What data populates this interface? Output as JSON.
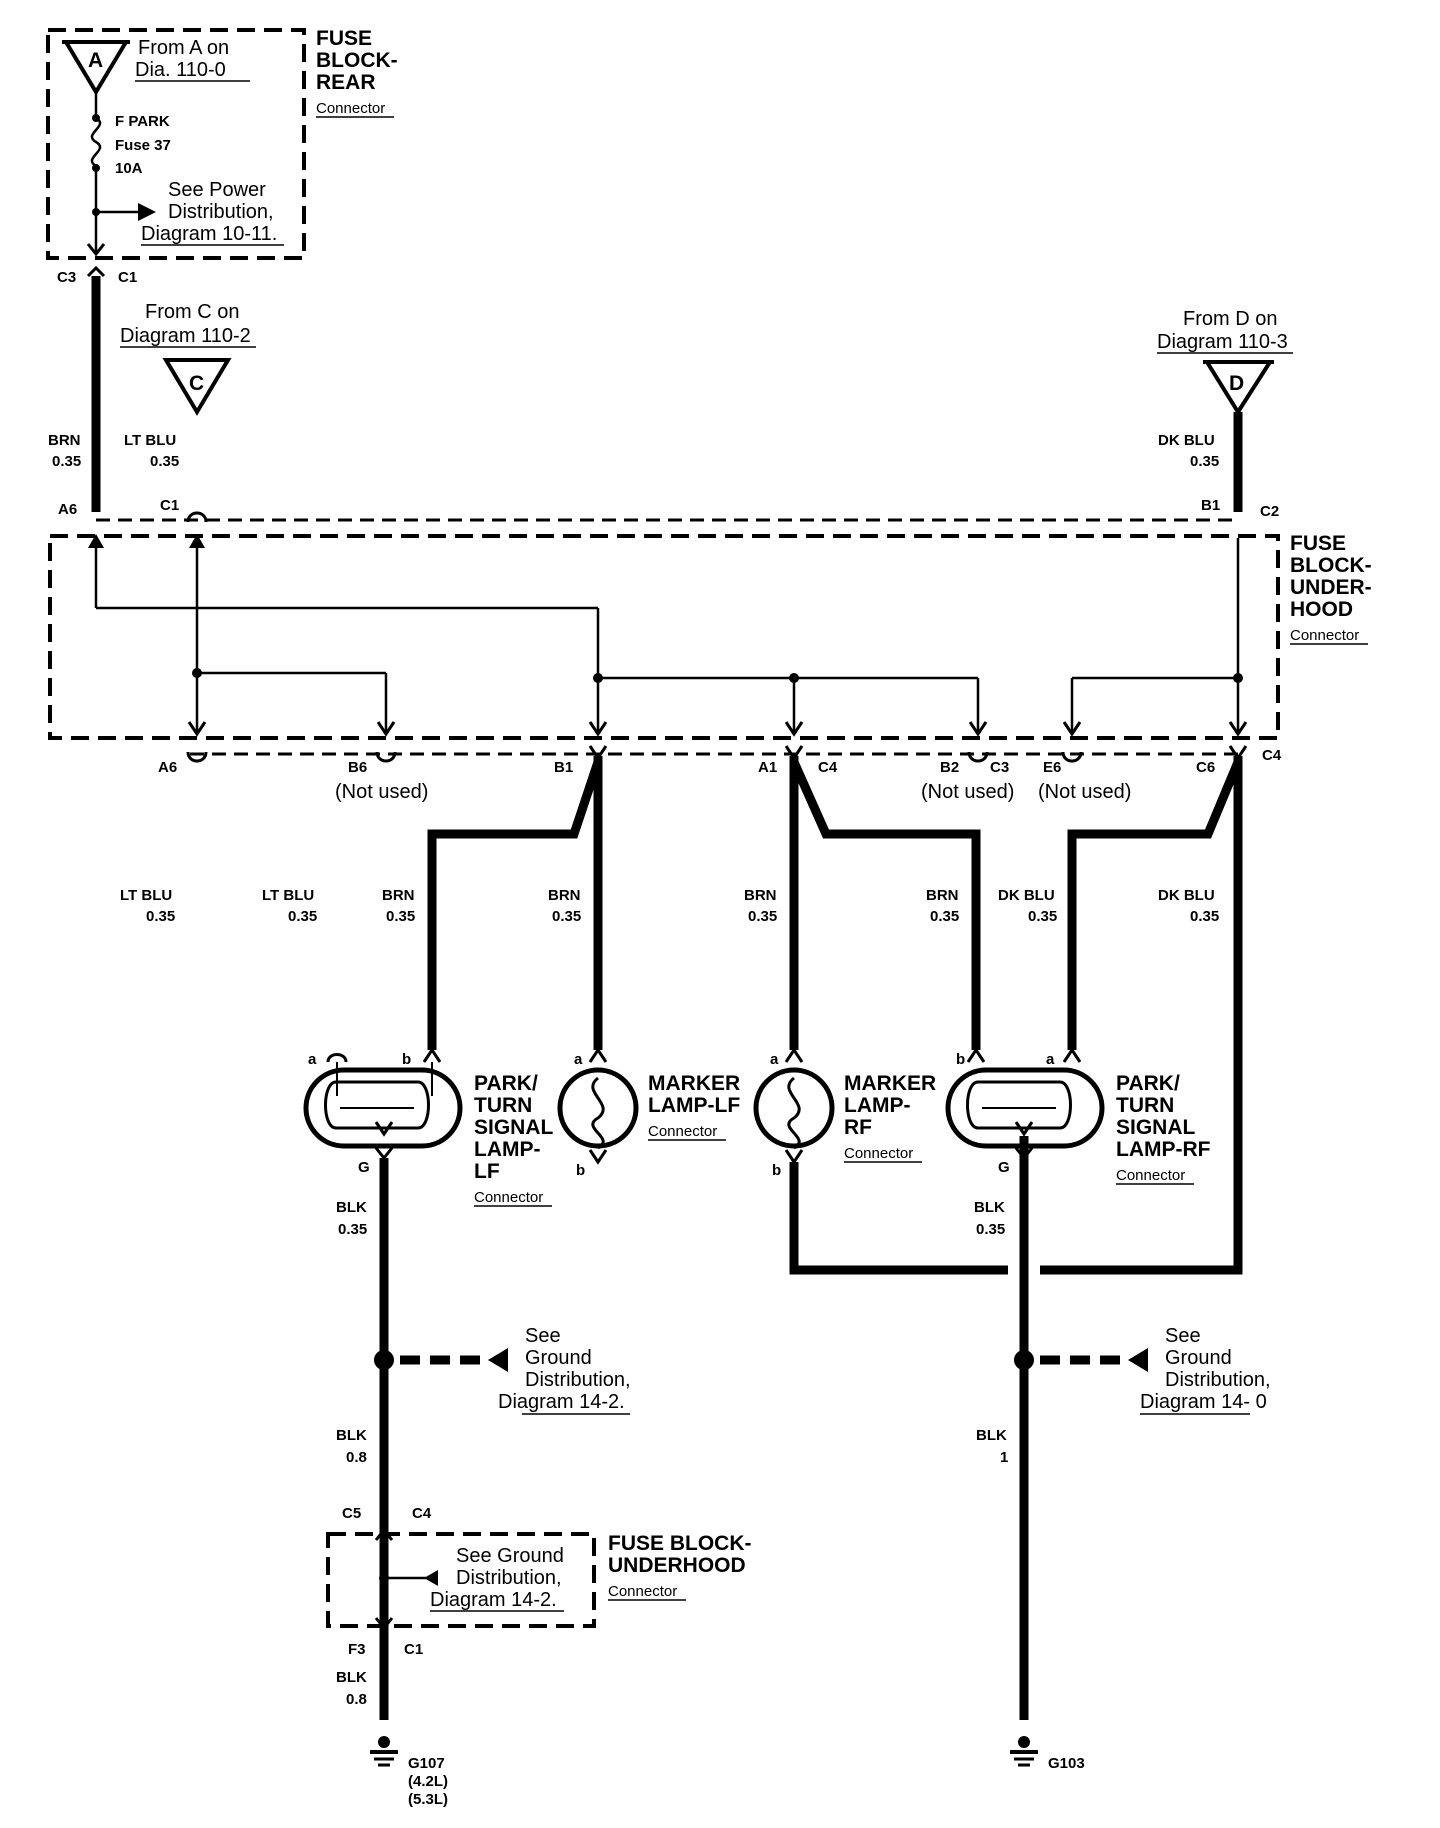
{
  "fuse_block_rear": {
    "title_line1": "FUSE",
    "title_line2": "BLOCK-",
    "title_line3": "REAR",
    "connector": "Connector",
    "from_a_line1": "From A on",
    "from_a_line2": "Dia. 110-0",
    "arrow_a": "A",
    "fuse_line1": "F PARK",
    "fuse_line2": "Fuse 37",
    "fuse_line3": "10A",
    "power_line1": "See Power",
    "power_line2": "Distribution,",
    "power_line3": "Diagram 10-11.",
    "pin_c3": "C3",
    "pin_c1": "C1"
  },
  "from_c": {
    "line1": "From C on",
    "line2": "Diagram 110-2",
    "arrow": "C"
  },
  "from_d": {
    "line1": "From D on",
    "line2": "Diagram 110-3",
    "arrow": "D"
  },
  "upper_wires": {
    "brn_color": "BRN",
    "brn_size": "0.35",
    "ltblu_color": "LT BLU",
    "ltblu_size": "0.35",
    "dkblu_color": "DK BLU",
    "dkblu_size": "0.35",
    "pin_a6": "A6",
    "pin_c1": "C1",
    "pin_b1": "B1",
    "pin_c2": "C2"
  },
  "fuse_block_underhood": {
    "title_line1": "FUSE",
    "title_line2": "BLOCK-",
    "title_line3": "UNDER-",
    "title_line4": "HOOD",
    "connector": "Connector"
  },
  "bottom_pins": {
    "a6": "A6",
    "b6": "B6",
    "b1": "B1",
    "a1": "A1",
    "c4a": "C4",
    "b2": "B2",
    "c3": "C3",
    "e6": "E6",
    "c6": "C6",
    "c4b": "C4",
    "not_used_1": "(Not used)",
    "not_used_2": "(Not used)",
    "not_used_3": "(Not used)"
  },
  "lower_wires": [
    {
      "color": "LT BLU",
      "size": "0.35"
    },
    {
      "color": "LT BLU",
      "size": "0.35"
    },
    {
      "color": "BRN",
      "size": "0.35"
    },
    {
      "color": "BRN",
      "size": "0.35"
    },
    {
      "color": "BRN",
      "size": "0.35"
    },
    {
      "color": "BRN",
      "size": "0.35"
    },
    {
      "color": "DK BLU",
      "size": "0.35"
    },
    {
      "color": "DK BLU",
      "size": "0.35"
    }
  ],
  "lamps": {
    "park_lf": {
      "line1": "PARK/",
      "line2": "TURN",
      "line3": "SIGNAL",
      "line4": "LAMP-",
      "line5": "LF",
      "connector": "Connector",
      "pin_a": "a",
      "pin_b": "b",
      "pin_g": "G"
    },
    "marker_lf": {
      "line1": "MARKER",
      "line2": "LAMP-LF",
      "connector": "Connector",
      "pin_a": "a",
      "pin_b": "b"
    },
    "marker_rf": {
      "line1": "MARKER",
      "line2": "LAMP-",
      "line3": "RF",
      "connector": "Connector",
      "pin_a": "a",
      "pin_b": "b"
    },
    "park_rf": {
      "line1": "PARK/",
      "line2": "TURN",
      "line3": "SIGNAL",
      "line4": "LAMP-RF",
      "connector": "Connector",
      "pin_a": "a",
      "pin_b": "b",
      "pin_g": "G"
    }
  },
  "grounds": {
    "blk_035_left_color": "BLK",
    "blk_035_left_size": "0.35",
    "blk_035_right_color": "BLK",
    "blk_035_right_size": "0.35",
    "see_ground_left_1": "See",
    "see_ground_left_2": "Ground",
    "see_ground_left_3": "Distribution,",
    "see_ground_left_4": "Diagram 14-2.",
    "see_ground_right_1": "See",
    "see_ground_right_2": "Ground",
    "see_ground_right_3": "Distribution,",
    "see_ground_right_4": "Diagram 14- 0",
    "blk_08_color": "BLK",
    "blk_08_size": "0.8",
    "blk_1_color": "BLK",
    "blk_1_size": "1",
    "pin_c5": "C5",
    "pin_c4": "C4",
    "fbu_title_1": "FUSE BLOCK-",
    "fbu_title_2": "UNDERHOOD",
    "fbu_connector": "Connector",
    "fbu_see_1": "See Ground",
    "fbu_see_2": "Distribution,",
    "fbu_see_3": "Diagram 14-2.",
    "pin_f3": "F3",
    "pin_c1": "C1",
    "blk_08b_color": "BLK",
    "blk_08b_size": "0.8",
    "g107": "G107",
    "g107_sub1": "(4.2L)",
    "g107_sub2": "(5.3L)",
    "g103": "G103"
  }
}
